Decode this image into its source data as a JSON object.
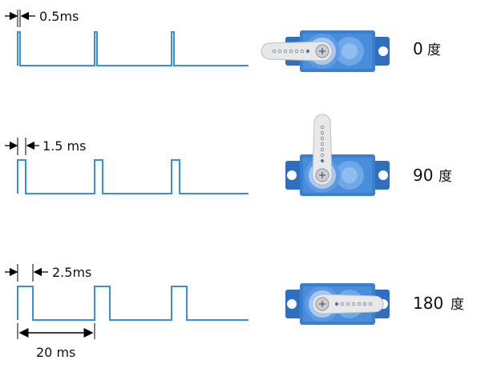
{
  "rows": [
    {
      "pulse_label": "0.5ms",
      "angle_label": "0",
      "angle_unit": "度",
      "angle_deg": 0
    },
    {
      "pulse_label": "1.5 ms",
      "angle_label": "90",
      "angle_unit": "度",
      "angle_deg": 90
    },
    {
      "pulse_label": "2.5ms",
      "angle_label": "180",
      "angle_unit": "度",
      "angle_deg": 180
    }
  ],
  "period_label": "20 ms",
  "colors": {
    "signal": "#3a8fd6",
    "servo_body": "#2f6fc0",
    "servo_light": "#6fa8e8",
    "servo_dark": "#1d4f96",
    "horn": "#e6e8ea",
    "arrow": "#000000"
  }
}
